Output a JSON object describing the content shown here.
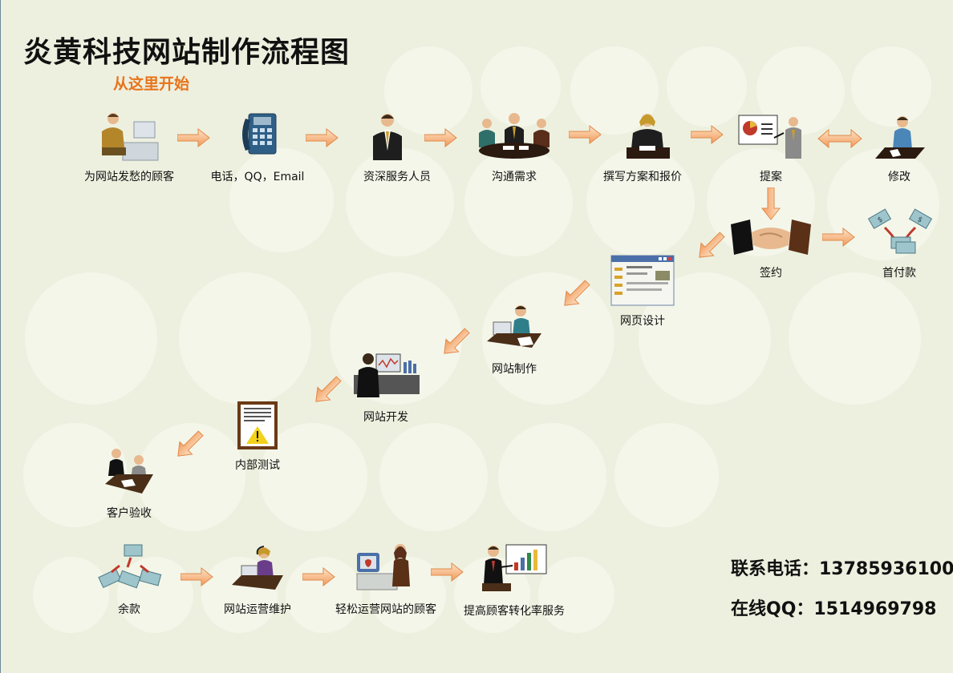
{
  "title": "炎黄科技网站制作流程图",
  "start_label": "从这里开始",
  "colors": {
    "background": "#edf0df",
    "bubble": "#f4f6ea",
    "accent_orange": "#e8741c",
    "arrow_fill": "#f6b07a",
    "arrow_stroke": "#e08a4a"
  },
  "steps": [
    {
      "label": "为网站发愁的顾客",
      "icon": "worried-customer-icon"
    },
    {
      "label": "电话，QQ，Email",
      "icon": "telephone-icon"
    },
    {
      "label": "资深服务人员",
      "icon": "service-staff-icon"
    },
    {
      "label": "沟通需求",
      "icon": "meeting-icon"
    },
    {
      "label": "撰写方案和报价",
      "icon": "writing-proposal-icon"
    },
    {
      "label": "提案",
      "icon": "presentation-icon"
    },
    {
      "label": "修改",
      "icon": "revision-icon"
    },
    {
      "label": "签约",
      "icon": "handshake-icon"
    },
    {
      "label": "首付款",
      "icon": "down-payment-icon"
    },
    {
      "label": "网页设计",
      "icon": "web-page-design-icon"
    },
    {
      "label": "网站制作",
      "icon": "website-building-icon"
    },
    {
      "label": "网站开发",
      "icon": "website-development-icon"
    },
    {
      "label": "内部测试",
      "icon": "internal-test-icon"
    },
    {
      "label": "客户验收",
      "icon": "client-acceptance-icon"
    },
    {
      "label": "余款",
      "icon": "final-payment-icon"
    },
    {
      "label": "网站运营维护",
      "icon": "operation-maintenance-icon"
    },
    {
      "label": "轻松运营网站的顾客",
      "icon": "happy-customer-icon"
    },
    {
      "label": "提高顾客转化率服务",
      "icon": "conversion-service-icon"
    }
  ],
  "contact": {
    "phone": "联系电话：13785936100",
    "qq": "在线QQ：1514969798"
  }
}
